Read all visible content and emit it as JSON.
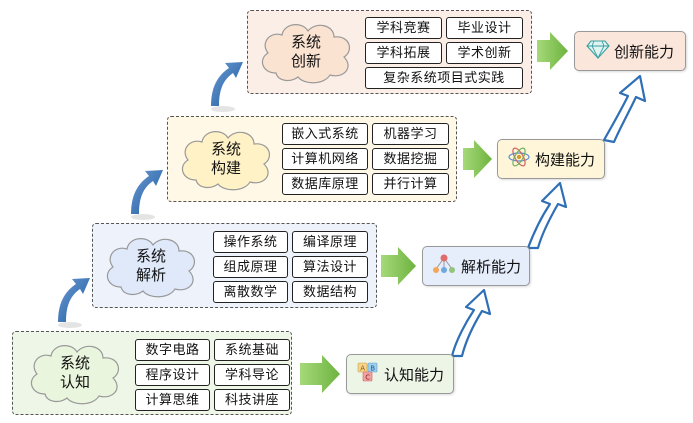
{
  "stages": [
    {
      "name": [
        "系统",
        "认知"
      ],
      "courses": [
        "数字电路",
        "系统基础",
        "程序设计",
        "学科导论",
        "计算思维",
        "科技讲座"
      ],
      "ability": "认知能力"
    },
    {
      "name": [
        "系统",
        "解析"
      ],
      "courses": [
        "操作系统",
        "编译原理",
        "组成原理",
        "算法设计",
        "离散数学",
        "数据结构"
      ],
      "ability": "解析能力"
    },
    {
      "name": [
        "系统",
        "构建"
      ],
      "courses": [
        "嵌入式系统",
        "机器学习",
        "计算机网络",
        "数据挖掘",
        "数据库原理",
        "并行计算"
      ],
      "ability": "构建能力"
    },
    {
      "name": [
        "系统",
        "创新"
      ],
      "courses": [
        "学科竞赛",
        "毕业设计",
        "学科拓展",
        "学术创新",
        "复杂系统项目式实践"
      ],
      "ability": "创新能力"
    }
  ],
  "colors": {
    "green_arrow": "#7dc24b",
    "blue_arrow": "#2f6fb5",
    "cloud_fill_1": "#e9f5dc",
    "cloud_fill_2": "#dfe9fa",
    "cloud_fill_3": "#fff2c6",
    "cloud_fill_4": "#fbe3d2"
  },
  "icons": [
    "abc-blocks-icon",
    "network-nodes-icon",
    "atom-icon",
    "diamond-icon"
  ]
}
